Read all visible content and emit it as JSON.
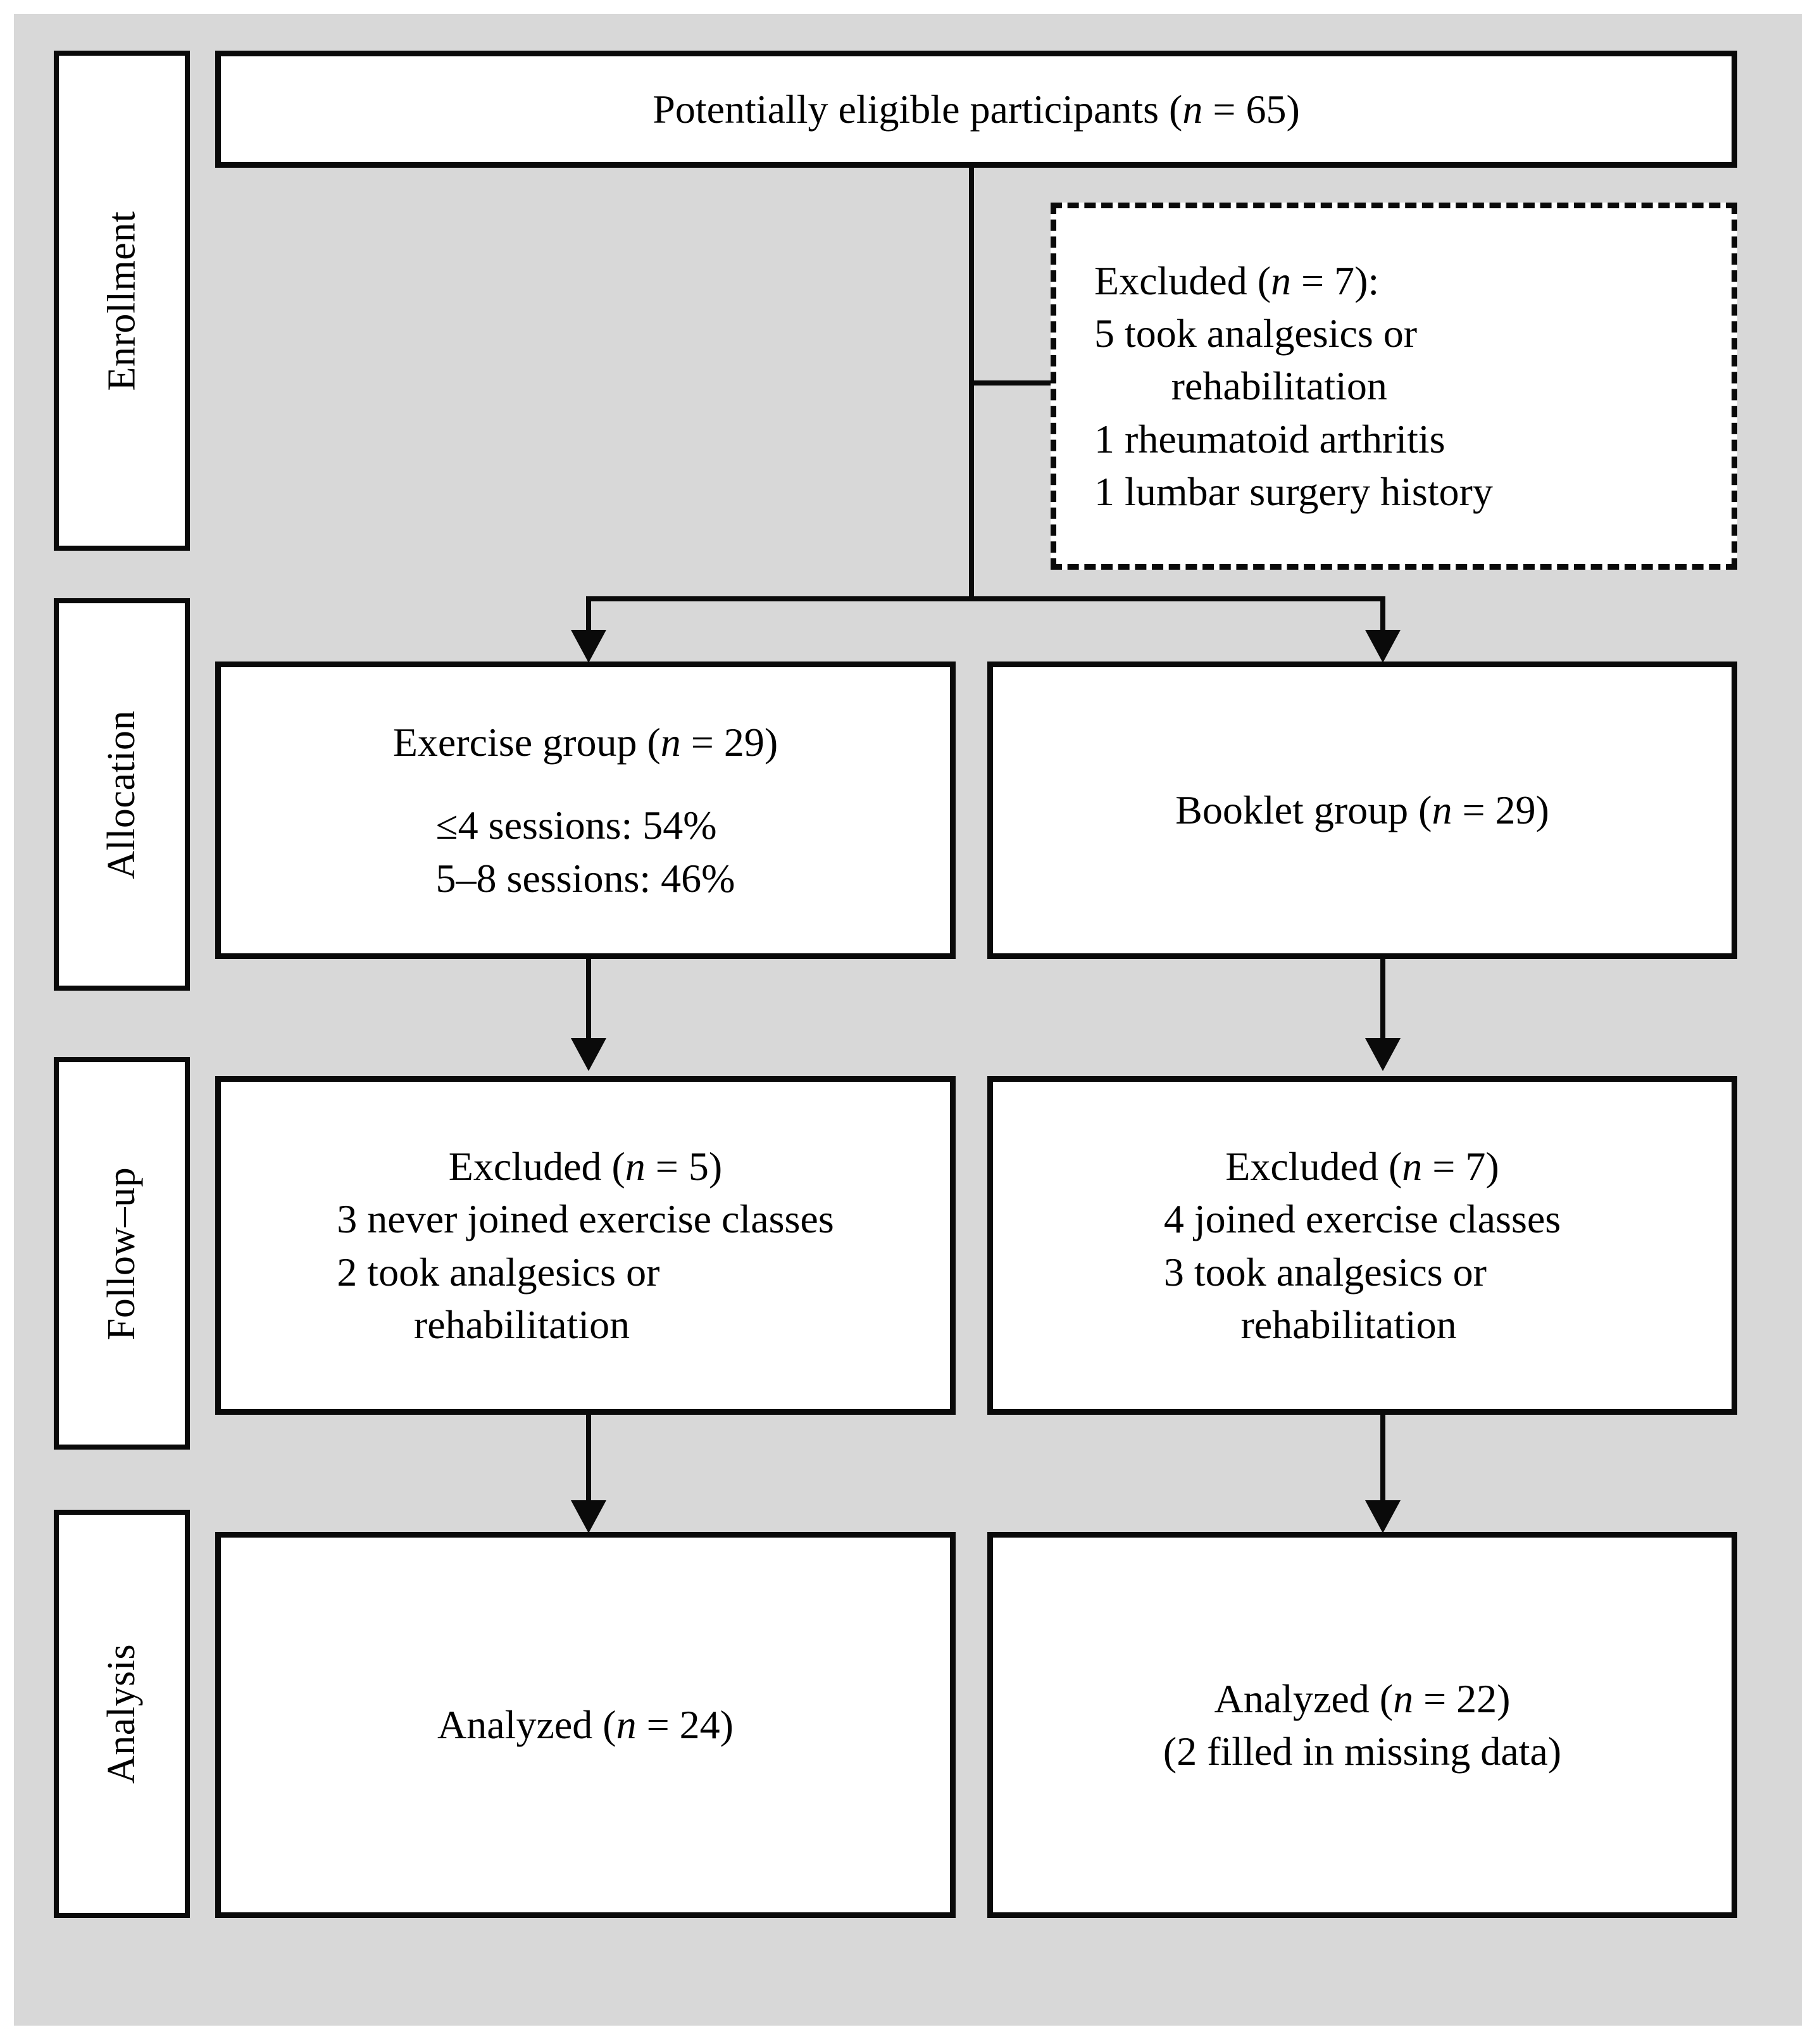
{
  "diagram": {
    "title": "CONSORT participant flow diagram",
    "background_color": "#d8d8d8",
    "line_color": "#0a0a0a",
    "box_fill": "#ffffff"
  },
  "stages": [
    {
      "id": "enrollment",
      "label": "Enrollment"
    },
    {
      "id": "allocation",
      "label": "Allocation"
    },
    {
      "id": "followup",
      "label": "Follow–up"
    },
    {
      "id": "analysis",
      "label": "Analysis"
    }
  ],
  "nodes": {
    "eligible": {
      "line1_a": "Potentially eligible participants (",
      "line1_n": "n",
      "line1_b": " = 65)"
    },
    "excluded_enrollment": {
      "head_a": "Excluded (",
      "head_n": "n",
      "head_b": " = 7):",
      "reasons": [
        "5 took analgesics or",
        "rehabilitation",
        "1 rheumatoid arthritis",
        "1 lumbar surgery history"
      ]
    },
    "exercise_group": {
      "head_a": "Exercise group (",
      "head_n": "n",
      "head_b": " = 29)",
      "detail_1": "≤4 sessions: 54%",
      "detail_2": "5–8 sessions: 46%"
    },
    "booklet_group": {
      "head_a": "Booklet group (",
      "head_n": "n",
      "head_b": " = 29)"
    },
    "excluded_exercise": {
      "head_a": "Excluded (",
      "head_n": "n",
      "head_b": " = 5)",
      "reasons": [
        "3 never joined exercise classes",
        "2 took analgesics or",
        "rehabilitation"
      ]
    },
    "excluded_booklet": {
      "head_a": "Excluded (",
      "head_n": "n",
      "head_b": " = 7)",
      "reasons": [
        "4 joined exercise classes",
        "3 took analgesics or",
        "rehabilitation"
      ]
    },
    "analyzed_exercise": {
      "head_a": "Analyzed (",
      "head_n": "n",
      "head_b": " = 24)"
    },
    "analyzed_booklet": {
      "head_a": "Analyzed (",
      "head_n": "n",
      "head_b": " = 22)",
      "note": "(2 filled in missing data)"
    }
  }
}
